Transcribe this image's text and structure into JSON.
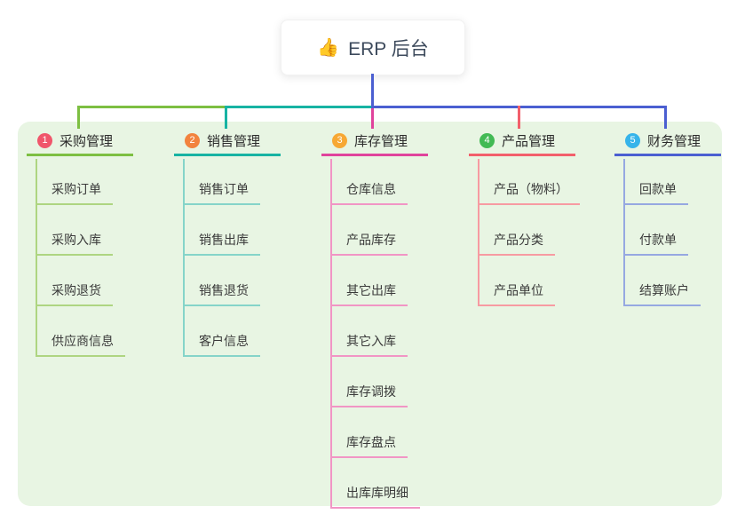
{
  "root": {
    "icon": "thumbs-up",
    "icon_glyph": "👍",
    "label": "ERP 后台"
  },
  "branches": [
    {
      "num": "1",
      "label": "采购管理",
      "badge_color": "#f0566b",
      "line_color": "#7dbf42",
      "child_line_color": "#aed581",
      "children": [
        "采购订单",
        "采购入库",
        "采购退货",
        "供应商信息"
      ]
    },
    {
      "num": "2",
      "label": "销售管理",
      "badge_color": "#f2833e",
      "line_color": "#17b3a3",
      "child_line_color": "#85d4c9",
      "children": [
        "销售订单",
        "销售出库",
        "销售退货",
        "客户信息"
      ]
    },
    {
      "num": "3",
      "label": "库存管理",
      "badge_color": "#f7a834",
      "line_color": "#e0439c",
      "child_line_color": "#f195c5",
      "children": [
        "仓库信息",
        "产品库存",
        "其它出库",
        "其它入库",
        "库存调拨",
        "库存盘点",
        "出库库明细"
      ]
    },
    {
      "num": "4",
      "label": "产品管理",
      "badge_color": "#42ba54",
      "line_color": "#f25f6b",
      "child_line_color": "#f79ba2",
      "children": [
        "产品（物料）",
        "产品分类",
        "产品单位"
      ]
    },
    {
      "num": "5",
      "label": "财务管理",
      "badge_color": "#36b4ea",
      "line_color": "#4b5fd1",
      "child_line_color": "#96a8e1",
      "children": [
        "回款单",
        "付款单",
        "结算账户"
      ]
    }
  ],
  "canvas": {
    "panel_bg": "#e8f5e3",
    "background": "#ffffff"
  }
}
